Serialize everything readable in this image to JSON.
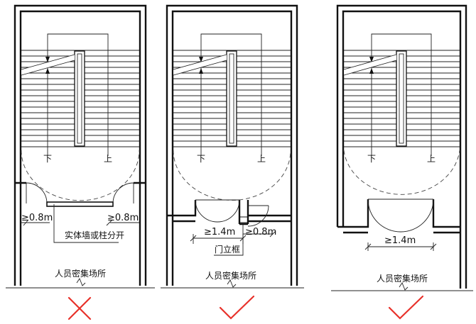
{
  "panels": [
    {
      "stair_down": "下",
      "stair_up": "上",
      "dim_left": "≥0.8m",
      "dim_right": "≥0.8m",
      "note": "实体墙或柱分开",
      "area": "人员密集场所",
      "verdict": "wrong"
    },
    {
      "stair_down": "下",
      "stair_up": "上",
      "dim_left": "≥1.4m",
      "dim_right": "≥0.8m",
      "note": "门立框",
      "area": "人员密集场所",
      "verdict": "correct"
    },
    {
      "stair_down": "下",
      "stair_up": "上",
      "dim_left": "≥1.4m",
      "area": "人员密集场所",
      "verdict": "correct"
    }
  ],
  "colors": {
    "line": "#111111",
    "mark": "#e8312a"
  },
  "icons": {
    "wrong": "cross-mark-icon",
    "correct": "check-mark-icon"
  }
}
